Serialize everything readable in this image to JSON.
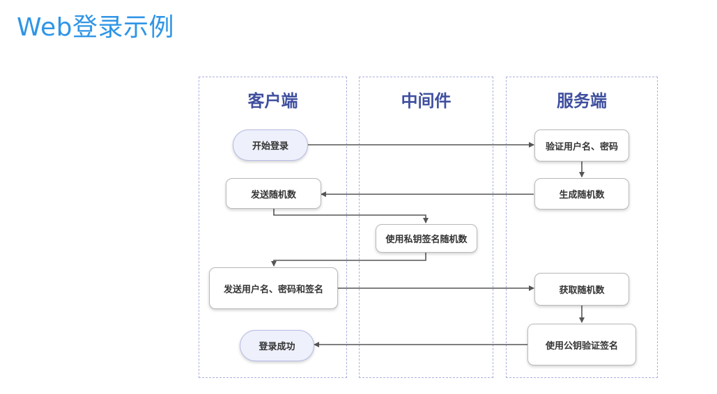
{
  "title": "Web登录示例",
  "lanes": {
    "client": "客户端",
    "middleware": "中间件",
    "server": "服务端"
  },
  "nodes": {
    "start_login": "开始登录",
    "verify_credentials": "验证用户名、密码",
    "generate_random": "生成随机数",
    "send_random": "发送随机数",
    "sign_with_private_key": "使用私钥签名随机数",
    "send_credentials_signature": "发送用户名、密码和签名",
    "get_random": "获取随机数",
    "verify_signature_public_key": "使用公钥验证签名",
    "login_success": "登录成功"
  },
  "colors": {
    "title": "#2f95e6",
    "lane_title": "#3f4f9e",
    "lane_border": "#aab1e0",
    "arrow": "#555555",
    "pill_fill": "#eef0fb"
  }
}
